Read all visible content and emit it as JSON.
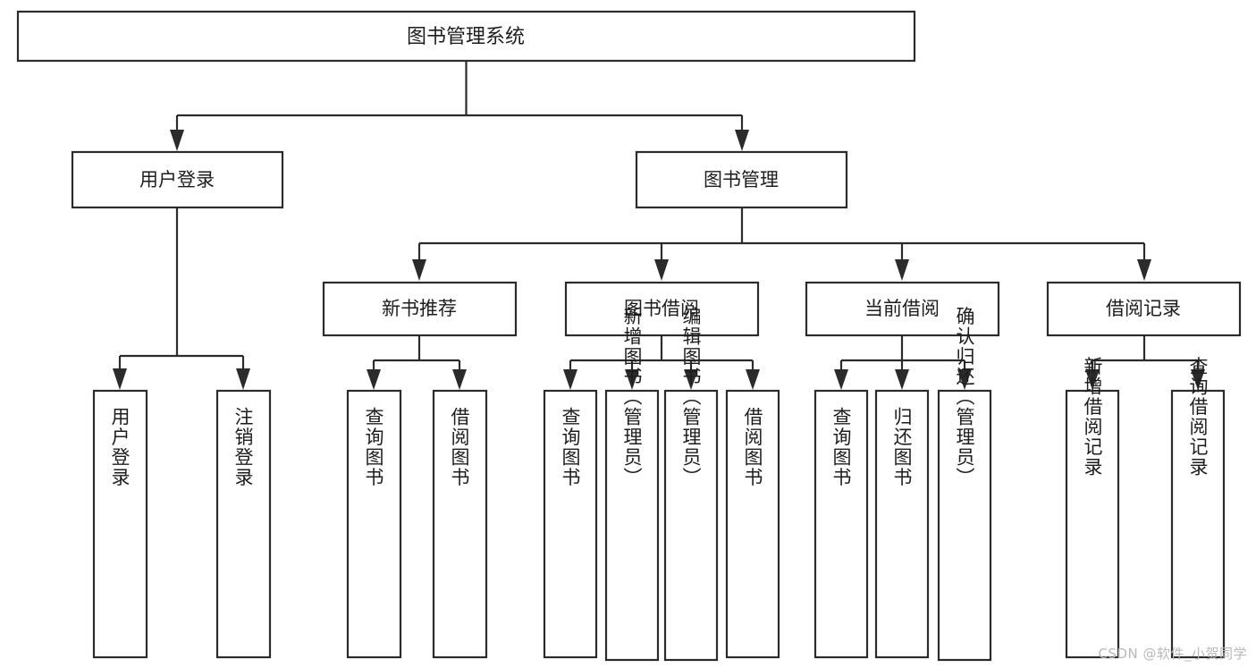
{
  "diagram": {
    "type": "hierarchy-tree",
    "root": {
      "id": "root",
      "label": "图书管理系统"
    },
    "level2": [
      {
        "id": "user-login",
        "label": "用户登录"
      },
      {
        "id": "book-management",
        "label": "图书管理"
      }
    ],
    "level3": [
      {
        "id": "new-book-recommend",
        "label": "新书推荐",
        "parent": "book-management"
      },
      {
        "id": "book-borrow",
        "label": "图书借阅",
        "parent": "book-management"
      },
      {
        "id": "current-borrow",
        "label": "当前借阅",
        "parent": "book-management"
      },
      {
        "id": "borrow-record",
        "label": "借阅记录",
        "parent": "book-management"
      }
    ],
    "leaves": [
      {
        "id": "leaf-user-login",
        "label": "用户登录",
        "parent": "user-login"
      },
      {
        "id": "leaf-logout-login",
        "label": "注销登录",
        "parent": "user-login"
      },
      {
        "id": "leaf-query-book-1",
        "label": "查询图书",
        "parent": "new-book-recommend"
      },
      {
        "id": "leaf-borrow-book-1",
        "label": "借阅图书",
        "parent": "new-book-recommend"
      },
      {
        "id": "leaf-query-book-2",
        "label": "查询图书",
        "parent": "book-borrow"
      },
      {
        "id": "leaf-add-book",
        "label": "新增图书（管理员）",
        "parent": "book-borrow"
      },
      {
        "id": "leaf-edit-book",
        "label": "编辑图书（管理员）",
        "parent": "book-borrow"
      },
      {
        "id": "leaf-borrow-book-2",
        "label": "借阅图书",
        "parent": "book-borrow"
      },
      {
        "id": "leaf-query-book-3",
        "label": "查询图书",
        "parent": "current-borrow"
      },
      {
        "id": "leaf-return-book",
        "label": "归还图书",
        "parent": "current-borrow"
      },
      {
        "id": "leaf-confirm-return",
        "label": "确认归还（管理员）",
        "parent": "current-borrow"
      },
      {
        "id": "leaf-add-record",
        "label": "新增借阅记录",
        "parent": "borrow-record"
      },
      {
        "id": "leaf-query-record",
        "label": "查询借阅记录",
        "parent": "borrow-record"
      }
    ],
    "colors": {
      "stroke": "#2b2b2b",
      "fill": "#ffffff",
      "text": "#1d1d1d",
      "watermark": "#b8b8b8"
    }
  },
  "watermark": {
    "text": "CSDN @软件_小贺同学"
  }
}
